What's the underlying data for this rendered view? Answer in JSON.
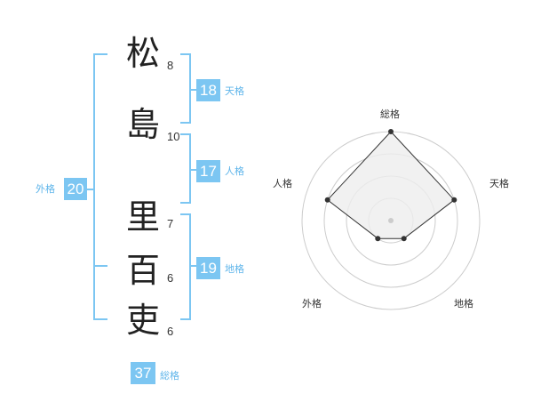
{
  "name": {
    "characters": [
      {
        "char": "松",
        "strokes": "8"
      },
      {
        "char": "島",
        "strokes": "10"
      },
      {
        "char": "里",
        "strokes": "7"
      },
      {
        "char": "百",
        "strokes": "6"
      },
      {
        "char": "吏",
        "strokes": "6"
      }
    ]
  },
  "kaku": {
    "tenkaku": {
      "value": "18",
      "label": "天格"
    },
    "jinkaku": {
      "value": "17",
      "label": "人格"
    },
    "chikaku": {
      "value": "19",
      "label": "地格"
    },
    "gaikaku": {
      "value": "20",
      "label": "外格"
    },
    "soukaku": {
      "value": "37",
      "label": "総格"
    }
  },
  "chart_data": {
    "type": "radar",
    "axes": [
      "総格",
      "天格",
      "地格",
      "外格",
      "人格"
    ],
    "values": [
      4,
      3,
      1,
      1,
      3
    ],
    "max": 4,
    "rings": 4,
    "colors": {
      "fill": "#eeeeee",
      "stroke": "#333333",
      "grid": "#cccccc",
      "center": "#cccccc"
    }
  },
  "colors": {
    "accent": "#7cc6f2",
    "accent_text": "#5fb5ea"
  }
}
